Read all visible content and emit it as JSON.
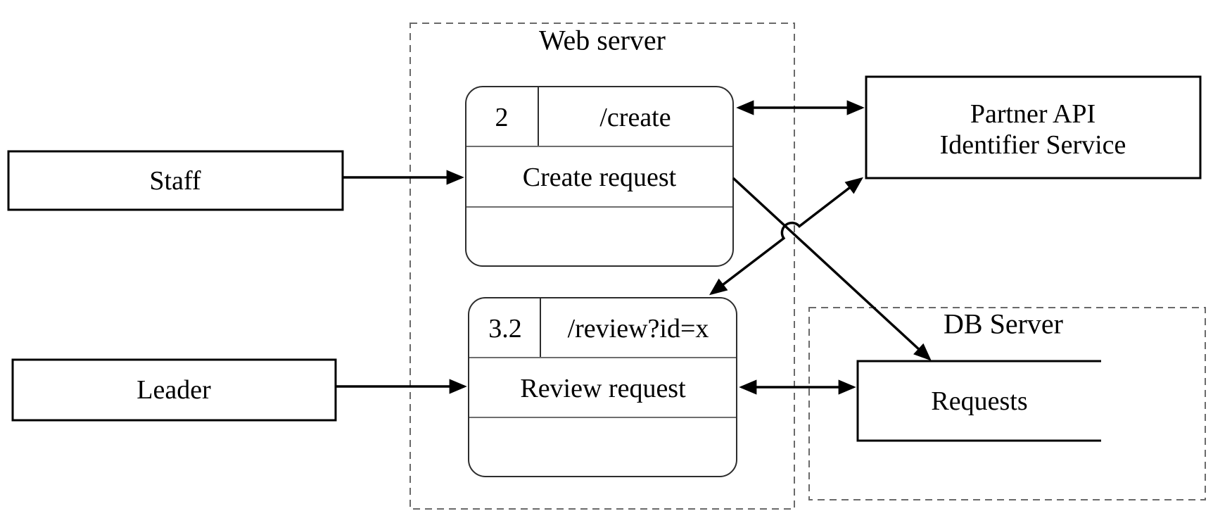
{
  "page": {
    "background": "#ffffff"
  },
  "diagram": {
    "type": "data-flow-diagram",
    "colors": {
      "text": "#000000",
      "flow_line": "#000000",
      "entity_border": "#000000",
      "process_border": "#2d2d2d",
      "divider": "#6e6e6e",
      "container_border": "#6a6a6a",
      "background": "#ffffff"
    },
    "containers": {
      "web_server": {
        "title": "Web server"
      },
      "db_server": {
        "title": "DB Server"
      }
    },
    "entities": {
      "staff": {
        "label": "Staff"
      },
      "leader": {
        "label": "Leader"
      },
      "partner_api": {
        "line1": "Partner API",
        "line2": "Identifier Service"
      }
    },
    "processes": {
      "create": {
        "number": "2",
        "route": "/create",
        "name": "Create request"
      },
      "review": {
        "number": "3.2",
        "route": "/review?id=x",
        "name": "Review request"
      }
    },
    "stores": {
      "requests": {
        "label": "Requests"
      }
    },
    "flows": [
      {
        "id": "staff-to-create",
        "from": "staff",
        "to": "create",
        "bidirectional": false
      },
      {
        "id": "leader-to-review",
        "from": "leader",
        "to": "review",
        "bidirectional": false
      },
      {
        "id": "create-partner-api",
        "from": "create",
        "to": "partner_api",
        "bidirectional": true
      },
      {
        "id": "review-requests",
        "from": "review",
        "to": "requests",
        "bidirectional": true
      },
      {
        "id": "review-partner-api",
        "from": "review",
        "to": "partner_api",
        "bidirectional": true,
        "line_hop": true
      },
      {
        "id": "create-to-requests",
        "from": "create",
        "to": "requests",
        "bidirectional": false
      }
    ]
  }
}
